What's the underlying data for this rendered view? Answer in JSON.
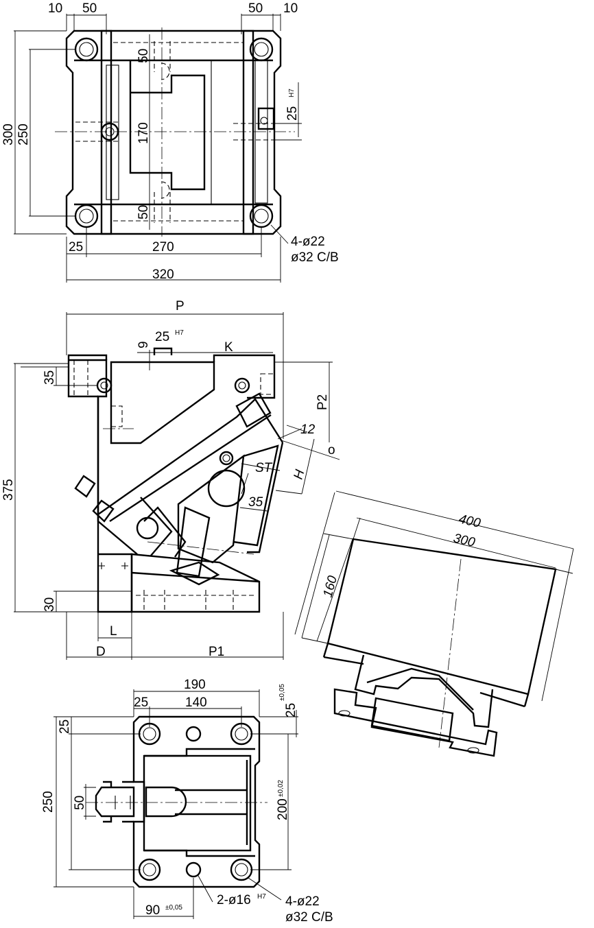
{
  "top_view": {
    "dims": {
      "d10_left": "10",
      "d50_left": "50",
      "d50_right": "50",
      "d10_right": "10",
      "d300": "300",
      "d250": "250",
      "d50_upper": "50",
      "d170": "170",
      "d50_lower": "50",
      "d25": "25",
      "d25_sup": "H7",
      "d25_bottom": "25",
      "d270": "270",
      "d320": "320"
    },
    "hole_note_line1": "4-ø22",
    "hole_note_line2": "ø32 C/B"
  },
  "front_view": {
    "dims": {
      "P": "P",
      "d9": "9",
      "d25": "25",
      "d25_sup": "H7",
      "K": "K",
      "d35": "35",
      "P2": "P2",
      "d12": "12",
      "angle": "o",
      "ST": "ST",
      "H": "H",
      "d35_slide": "35",
      "d375": "375",
      "d30": "30",
      "L": "L",
      "D": "D",
      "P1": "P1"
    }
  },
  "iso_view": {
    "dims": {
      "d400": "400",
      "d300": "300",
      "d160": "160"
    }
  },
  "bottom_view": {
    "dims": {
      "d190": "190",
      "d25": "25",
      "d140": "140",
      "d25_tol": "25",
      "d25_tol_sup": "±0,05",
      "d25_left": "25",
      "d250": "250",
      "d50": "50",
      "d200": "200",
      "d200_sup": "±0,02",
      "d90": "90",
      "d90_sup": "±0,05",
      "d2_16": "2-ø16",
      "d2_16_sup": "H7"
    },
    "hole_note_line1": "4-ø22",
    "hole_note_line2": "ø32 C/B"
  }
}
